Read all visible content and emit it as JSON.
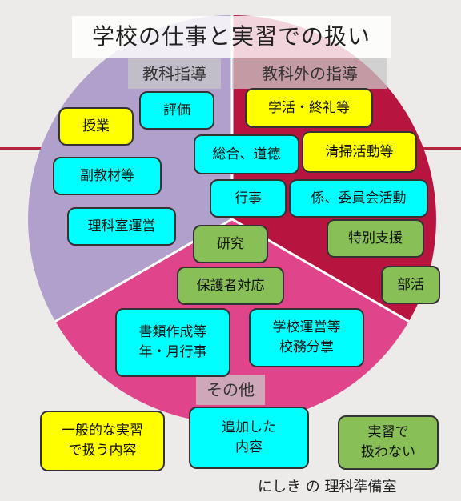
{
  "title": "学校の仕事と実習での扱い",
  "sections": {
    "subject": "教科指導",
    "non_subject": "教科外の指導",
    "other": "その他"
  },
  "boxes": {
    "evaluation": "評価",
    "lessons": "授業",
    "sub_materials": "副教材等",
    "science_room": "理科室運営",
    "class_activities": "学活・終礼等",
    "integrated_moral": "総合、道徳",
    "cleaning": "清掃活動等",
    "events": "行事",
    "committee": "係、委員会活動",
    "special_support": "特別支援",
    "research": "研究",
    "club": "部活",
    "guardians": "保護者対応",
    "documents": "書類作成等\n年・月行事",
    "school_management": "学校運営等\n校務分掌"
  },
  "legend": {
    "general": "一般的な実習\nで扱う内容",
    "added": "追加した\n内容",
    "not_handled": "実習で\n扱わない"
  },
  "credit": "にしき の 理科準備室",
  "colors": {
    "subject_sector": "#b1a0cb",
    "non_subject_sector": "#b7153f",
    "other_sector": "#e0458b",
    "general": "#ffff00",
    "added": "#00ffff",
    "not_handled": "#88c057"
  }
}
